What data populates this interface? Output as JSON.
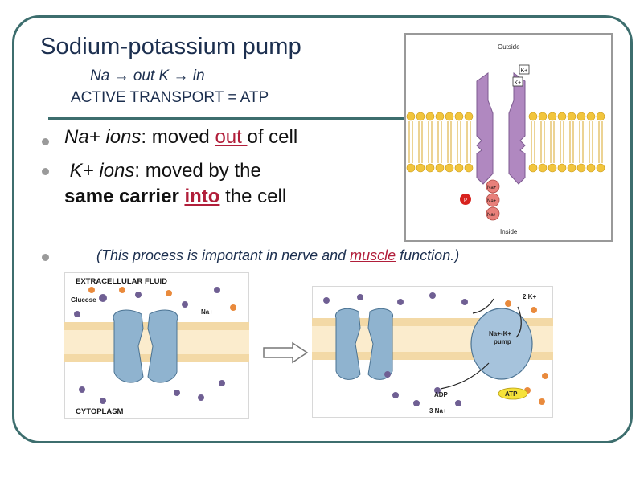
{
  "slide": {
    "title": "Sodium-potassium pump",
    "subtitle_line1": "Na → out    K → in",
    "subtitle_line2": "ACTIVE TRANSPORT  = ATP",
    "bullet1": {
      "term": "Na+ ions",
      "text_a": ": moved ",
      "emph": " out ",
      "text_b": "of cell"
    },
    "bullet2": {
      "term": "K+ ions",
      "text": ": moved by the"
    },
    "bullet2_cont": {
      "text_a": "same carrier ",
      "emph": "into",
      "text_b": " the cell"
    },
    "note": {
      "text_a": "(This process is important in nerve and ",
      "emph": "muscle",
      "text_b": " function.)"
    }
  },
  "pump_diagram": {
    "label_outside": "Outside",
    "label_inside": "Inside",
    "k_ion": "K+",
    "na_ion": "Na+",
    "phosphate": "P"
  },
  "cell_diagram": {
    "label_top": "EXTRACELLULAR FLUID",
    "label_bottom": "CYTOPLASM",
    "glucose": "Glucose",
    "na": "Na+"
  },
  "pump_cycle_diagram": {
    "k_label": "2 K+",
    "pump_label_1": "Na+-K+",
    "pump_label_2": "pump",
    "adp": "ADP",
    "atp": "ATP",
    "na_label": "3 Na+"
  },
  "colors": {
    "frame": "#3d6e6e",
    "title": "#1c2f4f",
    "emphasis": "#b11e3a",
    "protein": "#8fb3cf",
    "pump_protein": "#b088c0"
  }
}
